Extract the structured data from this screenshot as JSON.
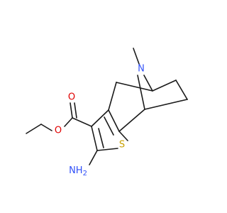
{
  "structure": {
    "atoms": {
      "n_bridge": {
        "text": "N",
        "color": "#3050F8"
      },
      "s_ring": {
        "text": "S",
        "color": "#C8A000"
      },
      "o_carbonyl": {
        "text": "O",
        "color": "#E00000"
      },
      "o_ester": {
        "text": "O",
        "color": "#E00000"
      },
      "n_amino": {
        "text": "NH",
        "subscript": "2",
        "color": "#3050F8"
      }
    },
    "bond_color": "#1a1a1a"
  }
}
